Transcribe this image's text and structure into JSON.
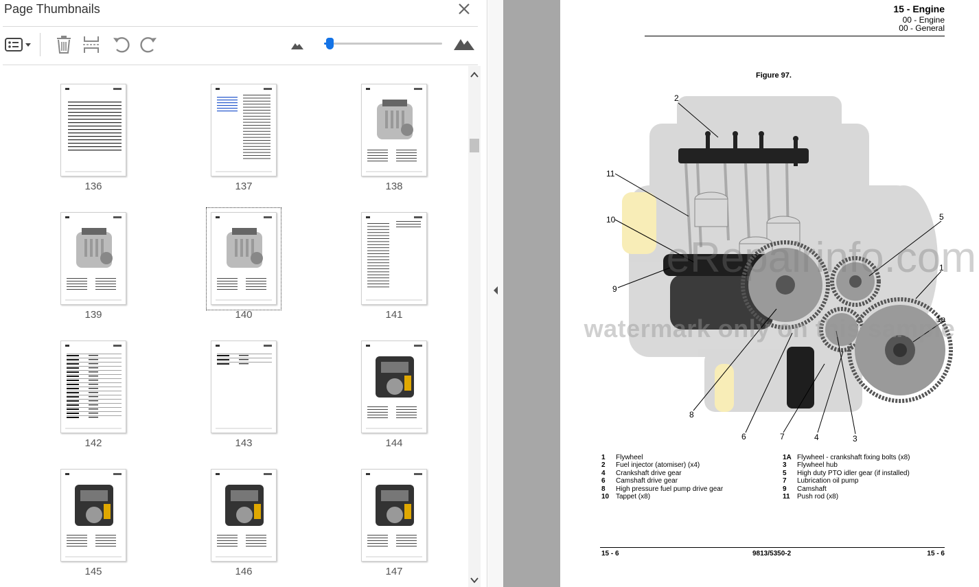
{
  "panel": {
    "title": "Page Thumbnails",
    "close_icon": "close-icon",
    "toolbar": {
      "options_icon": "list-options-icon",
      "delete_icon": "trash-icon",
      "insert_icon": "insert-pages-icon",
      "rotate_ccw_icon": "rotate-counterclockwise-icon",
      "rotate_cw_icon": "rotate-clockwise-icon",
      "zoom_out_icon": "small-mountain-icon",
      "zoom_in_icon": "large-mountain-icon",
      "zoom_value": 0.03
    },
    "thumbnails": [
      {
        "page": "136",
        "kind": "lines"
      },
      {
        "page": "137",
        "kind": "text-two-col"
      },
      {
        "page": "138",
        "kind": "engine"
      },
      {
        "page": "139",
        "kind": "engine"
      },
      {
        "page": "140",
        "kind": "engine",
        "selected": true
      },
      {
        "page": "141",
        "kind": "text"
      },
      {
        "page": "142",
        "kind": "table"
      },
      {
        "page": "143",
        "kind": "table-short"
      },
      {
        "page": "144",
        "kind": "engine-dark"
      },
      {
        "page": "145",
        "kind": "engine-dark"
      },
      {
        "page": "146",
        "kind": "engine-dark"
      },
      {
        "page": "147",
        "kind": "engine-dark"
      }
    ]
  },
  "document": {
    "header_title": "15 - Engine",
    "header_sub1": "00 - Engine",
    "header_sub2": "00 - General",
    "figure_label": "Figure 97.",
    "callouts": [
      "2",
      "11",
      "10",
      "9",
      "8",
      "6",
      "7",
      "4",
      "3",
      "5",
      "1",
      "1a"
    ],
    "watermark_main": "eRepairinfo.com",
    "watermark_sub": "watermark only on this sample",
    "legend": [
      {
        "num": "1",
        "text": "Flywheel"
      },
      {
        "num": "1A",
        "text": "Flywheel - crankshaft fixing bolts (x8)"
      },
      {
        "num": "2",
        "text": "Fuel injector (atomiser) (x4)"
      },
      {
        "num": "3",
        "text": "Flywheel hub"
      },
      {
        "num": "4",
        "text": "Crankshaft drive gear"
      },
      {
        "num": "5",
        "text": "High duty PTO idler gear (if installed)"
      },
      {
        "num": "6",
        "text": "Camshaft drive gear"
      },
      {
        "num": "7",
        "text": "Lubrication oil pump"
      },
      {
        "num": "8",
        "text": "High pressure fuel pump drive gear"
      },
      {
        "num": "9",
        "text": "Camshaft"
      },
      {
        "num": "10",
        "text": "Tappet (x8)"
      },
      {
        "num": "11",
        "text": "Push rod (x8)"
      }
    ],
    "footer_left": "15 - 6",
    "footer_mid": "9813/5350-2",
    "footer_right": "15 - 6"
  }
}
